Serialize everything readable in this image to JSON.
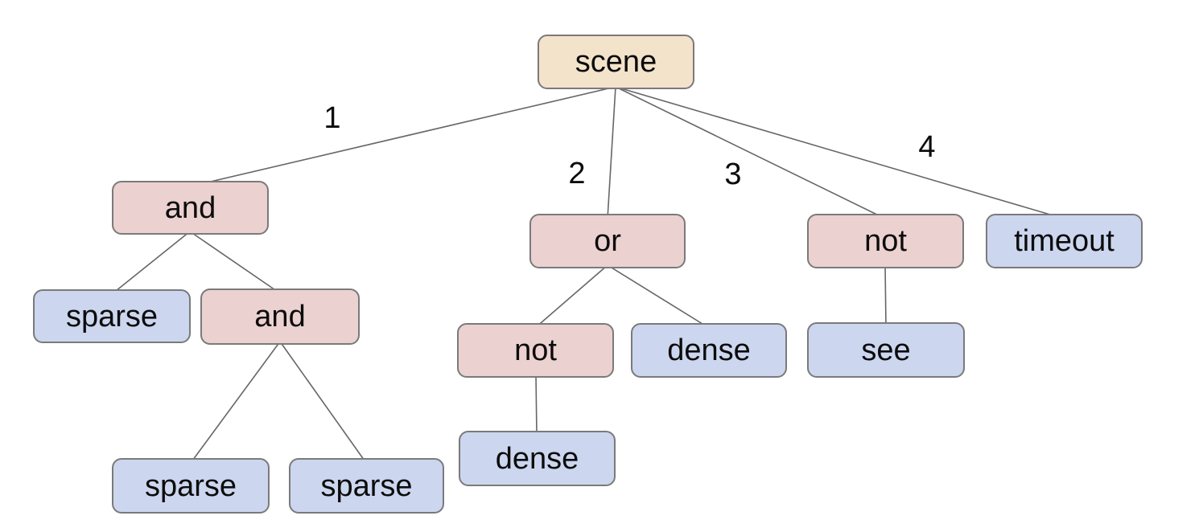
{
  "diagram": {
    "colors": {
      "background": "#ffffff",
      "root_fill": "#f3e3cb",
      "operator_fill": "#ecd1d1",
      "leaf_fill": "#ccd6ee",
      "node_border": "#7a7a7a",
      "edge_line": "#666666",
      "text": "#0c0c0c"
    },
    "nodes": [
      {
        "id": "scene",
        "label": "scene",
        "type": "root"
      },
      {
        "id": "and-1",
        "label": "and",
        "type": "operator"
      },
      {
        "id": "or-1",
        "label": "or",
        "type": "operator"
      },
      {
        "id": "not-1",
        "label": "not",
        "type": "operator"
      },
      {
        "id": "timeout-1",
        "label": "timeout",
        "type": "leaf"
      },
      {
        "id": "sparse-1",
        "label": "sparse",
        "type": "leaf"
      },
      {
        "id": "and-2",
        "label": "and",
        "type": "operator"
      },
      {
        "id": "not-2",
        "label": "not",
        "type": "operator"
      },
      {
        "id": "dense-1",
        "label": "dense",
        "type": "leaf"
      },
      {
        "id": "see-1",
        "label": "see",
        "type": "leaf"
      },
      {
        "id": "sparse-2",
        "label": "sparse",
        "type": "leaf"
      },
      {
        "id": "sparse-3",
        "label": "sparse",
        "type": "leaf"
      },
      {
        "id": "dense-2",
        "label": "dense",
        "type": "leaf"
      }
    ],
    "edges": [
      {
        "from": "scene",
        "to": "and-1",
        "label": "1"
      },
      {
        "from": "scene",
        "to": "or-1",
        "label": "2"
      },
      {
        "from": "scene",
        "to": "not-1",
        "label": "3"
      },
      {
        "from": "scene",
        "to": "timeout-1",
        "label": "4"
      },
      {
        "from": "and-1",
        "to": "sparse-1"
      },
      {
        "from": "and-1",
        "to": "and-2"
      },
      {
        "from": "and-2",
        "to": "sparse-2"
      },
      {
        "from": "and-2",
        "to": "sparse-3"
      },
      {
        "from": "or-1",
        "to": "not-2"
      },
      {
        "from": "or-1",
        "to": "dense-1"
      },
      {
        "from": "not-2",
        "to": "dense-2"
      },
      {
        "from": "not-1",
        "to": "see-1"
      }
    ]
  }
}
